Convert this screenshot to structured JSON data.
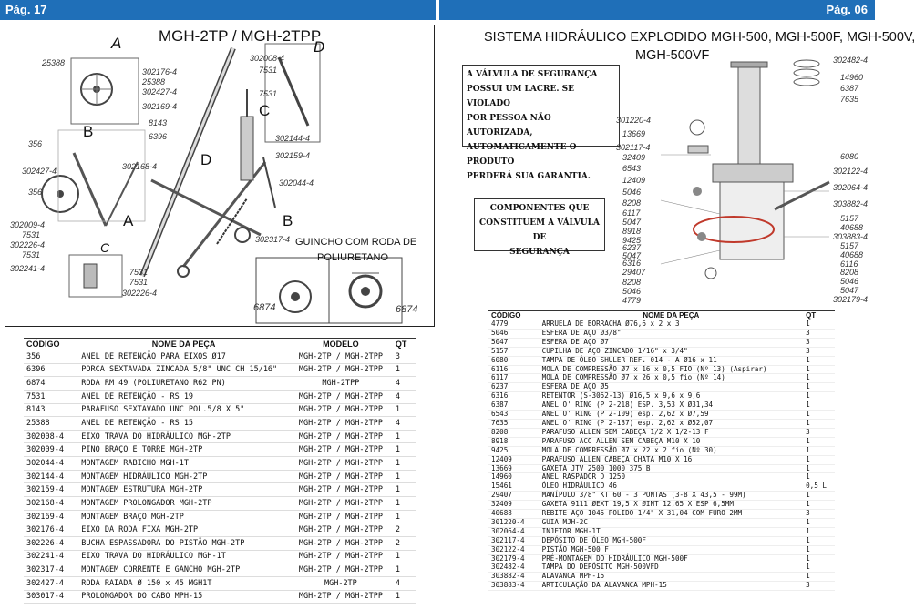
{
  "header_left": {
    "page": "Pág. 17"
  },
  "header_right": {
    "page": "Pág. 06"
  },
  "left": {
    "title": "MGH-2TP / MGH-2TPP",
    "letters": [
      "A",
      "B",
      "C",
      "D",
      "A",
      "B",
      "C",
      "D"
    ],
    "guincho": [
      "GUINCHO COM RODA DE",
      "POLIURETANO"
    ],
    "labels": [
      "25388",
      "302176-4",
      "25388",
      "302427-4",
      "302169-4",
      "8143",
      "6396",
      "356",
      "302427-4",
      "356",
      "302168-4",
      "302009-4",
      "7531",
      "302226-4",
      "7531",
      "302241-4",
      "7531",
      "7531",
      "302226-4",
      "302008-4",
      "7531",
      "7531",
      "302144-4",
      "302159-4",
      "302044-4",
      "302317-4",
      "6874",
      "6874"
    ],
    "table": {
      "headers": [
        "CÓDIGO",
        "NOME DA PEÇA",
        "MODELO",
        "QT"
      ],
      "rows": [
        [
          "356",
          "ANEL DE RETENÇÃO PARA EIXOS Ø17",
          "MGH-2TP / MGH-2TPP",
          "3"
        ],
        [
          "6396",
          "PORCA SEXTAVADA ZINCADA 5/8\" UNC CH 15/16\"",
          "MGH-2TP / MGH-2TPP",
          "1"
        ],
        [
          "6874",
          "RODA RM 49 (POLIURETANO R62 PN)",
          "MGH-2TPP",
          "4"
        ],
        [
          "7531",
          "ANEL DE RETENÇÃO - RS 19",
          "MGH-2TP / MGH-2TPP",
          "4"
        ],
        [
          "8143",
          "PARAFUSO SEXTAVADO UNC POL.5/8 X 5\"",
          "MGH-2TP / MGH-2TPP",
          "1"
        ],
        [
          "25388",
          "ANEL DE RETENÇÃO - RS 15",
          "MGH-2TP / MGH-2TPP",
          "4"
        ],
        [
          "302008-4",
          "EIXO TRAVA DO HIDRÁULICO MGH-2TP",
          "MGH-2TP / MGH-2TPP",
          "1"
        ],
        [
          "302009-4",
          "PINO BRAÇO E TORRE MGH-2TP",
          "MGH-2TP / MGH-2TPP",
          "1"
        ],
        [
          "302044-4",
          "MONTAGEM RABICHO MGH-1T",
          "MGH-2TP / MGH-2TPP",
          "1"
        ],
        [
          "302144-4",
          "MONTAGEM HIDRÁULICO MGH-2TP",
          "MGH-2TP / MGH-2TPP",
          "1"
        ],
        [
          "302159-4",
          "MONTAGEM ESTRUTURA MGH-2TP",
          "MGH-2TP / MGH-2TPP",
          "1"
        ],
        [
          "302168-4",
          "MONTAGEM PROLONGADOR MGH-2TP",
          "MGH-2TP / MGH-2TPP",
          "1"
        ],
        [
          "302169-4",
          "MONTAGEM BRAÇO MGH-2TP",
          "MGH-2TP / MGH-2TPP",
          "1"
        ],
        [
          "302176-4",
          "EIXO DA RODA FIXA MGH-2TP",
          "MGH-2TP / MGH-2TPP",
          "2"
        ],
        [
          "302226-4",
          "BUCHA ESPASSADORA DO PISTÃO MGH-2TP",
          "MGH-2TP / MGH-2TPP",
          "2"
        ],
        [
          "302241-4",
          "EIXO TRAVA DO HIDRÁULICO MGH-1T",
          "MGH-2TP / MGH-2TPP",
          "1"
        ],
        [
          "302317-4",
          "MONTAGEM CORRENTE E GANCHO MGH-2TP",
          "MGH-2TP / MGH-2TPP",
          "1"
        ],
        [
          "302427-4",
          "RODA RAIADA Ø 150 x 45 MGH1T",
          "MGH-2TP",
          "4"
        ],
        [
          "303017-4",
          "PROLONGADOR DO CABO MPH-15",
          "MGH-2TP / MGH-2TPP",
          "1"
        ]
      ]
    }
  },
  "right": {
    "title1": "SISTEMA HIDRÁULICO EXPLODIDO MGH-500, MGH-500F, MGH-500V,",
    "title2": "MGH-500VF",
    "warning": [
      "A VÁLVULA DE SEGURANÇA",
      "POSSUI UM LACRE. SE VIOLADO",
      "POR PESSOA NÃO AUTORIZADA,",
      "AUTOMATICAMENTE O PRODUTO",
      "PERDERÁ SUA GARANTIA."
    ],
    "components": [
      "COMPONENTES QUE",
      "CONSTITUEM A VÁLVULA DE",
      "SEGURANÇA"
    ],
    "labels_left": [
      "301220-4",
      "13669",
      "302117-4",
      "32409",
      "6543",
      "12409",
      "5046",
      "8208",
      "6117",
      "5047",
      "8918",
      "9425",
      "6237",
      "5047",
      "6316",
      "29407",
      "8208",
      "5046",
      "4779"
    ],
    "labels_right": [
      "302482-4",
      "14960",
      "6387",
      "7635",
      "6080",
      "302122-4",
      "302064-4",
      "303882-4",
      "5157",
      "40688",
      "303883-4",
      "5157",
      "40688",
      "6116",
      "8208",
      "5046",
      "5047",
      "302179-4"
    ],
    "table": {
      "headers": [
        "CÓDIGO",
        "NOME DA PEÇA",
        "QT"
      ],
      "rows": [
        [
          "4779",
          "ARRUELA DE BORRACHA Ø76,6 x 2 x 3",
          "1"
        ],
        [
          "5046",
          "ESFERA DE AÇO Ø3/8\"",
          "3"
        ],
        [
          "5047",
          "ESFERA DE AÇO Ø7",
          "3"
        ],
        [
          "5157",
          "CUPILHA DE AÇO ZINCADO 1/16\" x 3/4\"",
          "3"
        ],
        [
          "6080",
          "TAMPA DE ÓLEO SHULER REF. 014 - A Ø16 x 11",
          "1"
        ],
        [
          "6116",
          "MOLA DE COMPRESSÃO Ø7 x 16 x 0,5 FIO (Nº 13) (Aspirar)",
          "1"
        ],
        [
          "6117",
          "MOLA DE COMPRESSÃO Ø7 x 26 x 0,5 fio (Nº 14)",
          "1"
        ],
        [
          "6237",
          "ESFERA DE AÇO Ø5",
          "1"
        ],
        [
          "6316",
          "RETENTOR (S-3052-13) Ø16,5 x 9,6 x 9,6",
          "1"
        ],
        [
          "6387",
          "ANEL O' RING (P 2-218) ESP. 3,53 X Ø31,34",
          "1"
        ],
        [
          "6543",
          "ANEL O' RING (P 2-109) esp. 2,62 x Ø7,59",
          "1"
        ],
        [
          "7635",
          "ANEL O' RING (P 2-137) esp. 2,62 x Ø52,07",
          "1"
        ],
        [
          "8208",
          "PARAFUSO ALLEN SEM CABEÇA 1/2 X 1/2-13 F",
          "3"
        ],
        [
          "8918",
          "PARAFUSO ACO ALLEN SEM CABEÇA M10 X 10",
          "1"
        ],
        [
          "9425",
          "MOLA DE COMPRESSÃO Ø7 x 22 x 2 fio (Nº 30)",
          "1"
        ],
        [
          "12409",
          "PARAFUSO ALLEN CABEÇA CHATA M10 X 16",
          "1"
        ],
        [
          "13669",
          "GAXETA JTV 2500 1000 375 B",
          "1"
        ],
        [
          "14960",
          "ANEL RASPADOR D 1250",
          "1"
        ],
        [
          "15461",
          "ÓLEO HIDRÁULICO 46",
          "0,5 L"
        ],
        [
          "29407",
          "MANÍPULO 3/8\" KT 60 - 3 PONTAS (3-8 X 43,5 - 99M)",
          "1"
        ],
        [
          "32409",
          "GAXETA 9111 ØEXT 19,5 X ØINT 12,65 X ESP 6,5MM",
          "1"
        ],
        [
          "40688",
          "REBITE AÇO 1045 POLIDO 1/4\" X 31,04 COM FURO 2MM",
          "3"
        ],
        [
          "301220-4",
          "GUIA MJH-2C",
          "1"
        ],
        [
          "302064-4",
          "INJETOR MGH-1T",
          "1"
        ],
        [
          "302117-4",
          "DEPÓSITO DE ÓLEO MGH-500F",
          "1"
        ],
        [
          "302122-4",
          "PISTÃO MGH-500 F",
          "1"
        ],
        [
          "302179-4",
          "PRÉ-MONTAGEM DO HIDRÁULICO MGH-500F",
          "1"
        ],
        [
          "302482-4",
          "TAMPA DO DEPÓSITO MGH-500VFD",
          "1"
        ],
        [
          "303882-4",
          "ALAVANCA MPH-15",
          "1"
        ],
        [
          "303883-4",
          "ARTICULAÇÃO DA ALAVANCA MPH-15",
          "3"
        ]
      ]
    }
  },
  "colors": {
    "header_blue": "#1f6fb8",
    "highlight_red": "#c0392b"
  }
}
